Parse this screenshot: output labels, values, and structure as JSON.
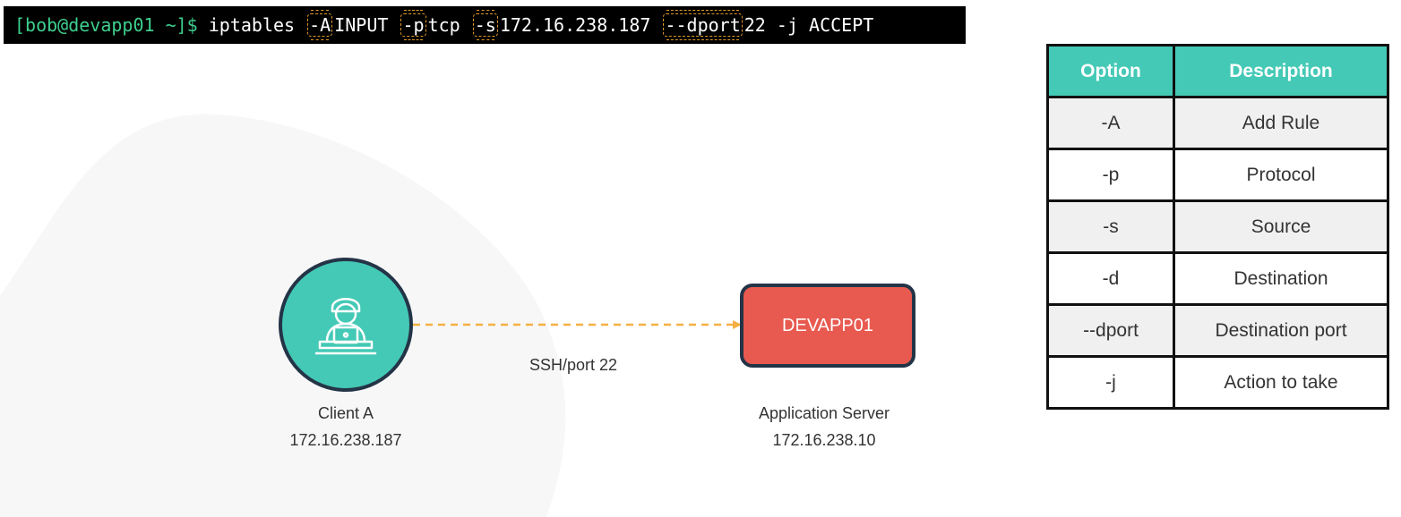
{
  "command": {
    "prompt": "[bob@devapp01 ~]$",
    "tokens": [
      "iptables",
      "-A",
      "INPUT",
      "-p",
      "tcp",
      "-s",
      "172.16.238.187",
      "--dport",
      "22",
      "-j",
      "ACCEPT"
    ],
    "highlighted_flags": [
      "-A",
      "-p",
      "-s",
      "--dport"
    ]
  },
  "diagram": {
    "client": {
      "name": "Client A",
      "ip": "172.16.238.187",
      "icon": "person-laptop-icon"
    },
    "connection": {
      "label": "SSH/port 22"
    },
    "server": {
      "box_label": "DEVAPP01",
      "name": "Application Server",
      "ip": "172.16.238.10"
    }
  },
  "options_table": {
    "headers": {
      "option": "Option",
      "description": "Description"
    },
    "rows": [
      {
        "option": "-A",
        "description": "Add Rule"
      },
      {
        "option": "-p",
        "description": "Protocol"
      },
      {
        "option": "-s",
        "description": "Source"
      },
      {
        "option": "-d",
        "description": "Destination"
      },
      {
        "option": "--dport",
        "description": "Destination port"
      },
      {
        "option": "-j",
        "description": "Action to take"
      }
    ]
  },
  "colors": {
    "teal": "#44c9b6",
    "server_red": "#e85a50",
    "dark_outline": "#243447",
    "connector_orange": "#f5b042",
    "prompt_green": "#3ecf8e"
  }
}
